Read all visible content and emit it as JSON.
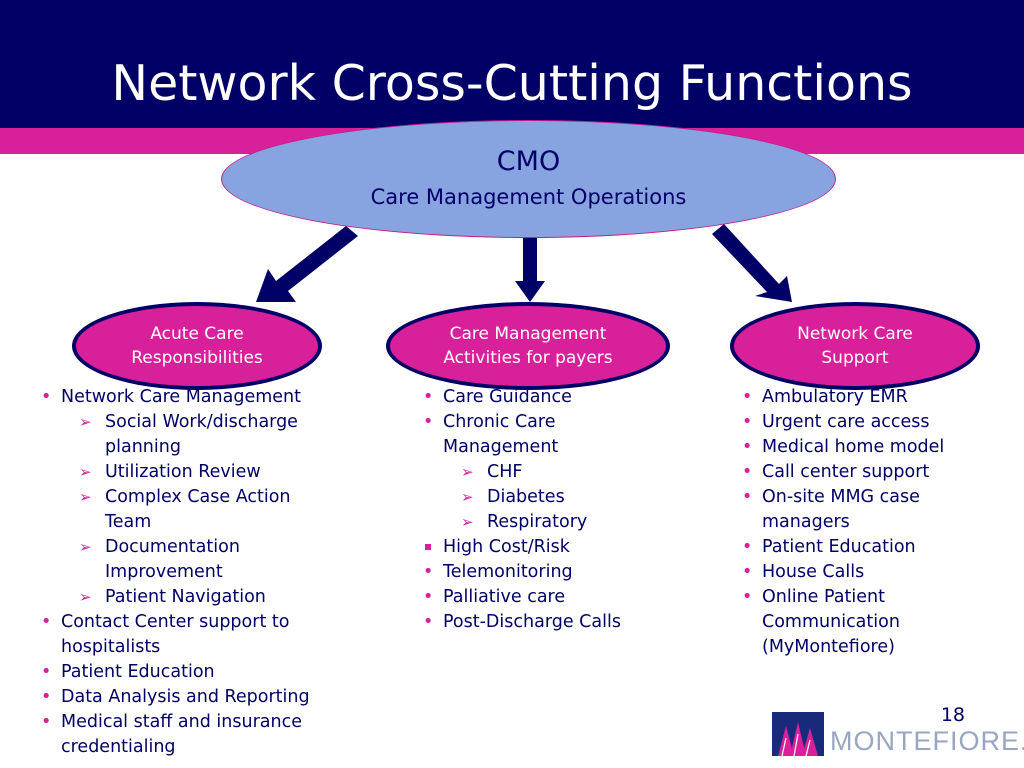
{
  "slide": {
    "title": "Network Cross-Cutting Functions",
    "page_number": "18"
  },
  "colors": {
    "header_navy": "#000066",
    "accent_magenta": "#d8209a",
    "cmo_fill": "#87a3e0",
    "text_navy": "#000066"
  },
  "cmo": {
    "title": "CMO",
    "subtitle": "Care Management Operations"
  },
  "branches": [
    {
      "label_line1": "Acute Care",
      "label_line2": "Responsibilities",
      "items": [
        {
          "level": 1,
          "bullet": "•",
          "text": "Network Care Management"
        },
        {
          "level": 2,
          "bullet": "➢",
          "text": "Social Work/discharge"
        },
        {
          "level": 2,
          "bullet": "",
          "text": "planning"
        },
        {
          "level": 2,
          "bullet": "➢",
          "text": "Utilization Review"
        },
        {
          "level": 2,
          "bullet": "➢",
          "text": "Complex Case Action"
        },
        {
          "level": 2,
          "bullet": "",
          "text": "Team"
        },
        {
          "level": 2,
          "bullet": "➢",
          "text": "Documentation"
        },
        {
          "level": 2,
          "bullet": "",
          "text": "Improvement"
        },
        {
          "level": 2,
          "bullet": "➢",
          "text": "Patient Navigation"
        },
        {
          "level": 1,
          "bullet": "•",
          "text": "Contact Center support to"
        },
        {
          "level": 1,
          "bullet": "",
          "text": "hospitalists"
        },
        {
          "level": 1,
          "bullet": "•",
          "text": "Patient Education"
        },
        {
          "level": 1,
          "bullet": "•",
          "text": "Data Analysis and Reporting"
        },
        {
          "level": 1,
          "bullet": "•",
          "text": "Medical staff and insurance"
        },
        {
          "level": 1,
          "bullet": "",
          "text": "credentialing"
        }
      ]
    },
    {
      "label_line1": "Care Management",
      "label_line2": "Activities for payers",
      "items": [
        {
          "level": 1,
          "bullet": "•",
          "text": "Care Guidance"
        },
        {
          "level": 1,
          "bullet": "•",
          "text": "Chronic Care"
        },
        {
          "level": 1,
          "bullet": "",
          "text": "Management"
        },
        {
          "level": 2,
          "bullet": "➢",
          "text": "CHF"
        },
        {
          "level": 2,
          "bullet": "➢",
          "text": "Diabetes"
        },
        {
          "level": 2,
          "bullet": "➢",
          "text": "Respiratory"
        },
        {
          "level": 1,
          "bullet": "square",
          "text": "High Cost/Risk"
        },
        {
          "level": 1,
          "bullet": "•",
          "text": "Telemonitoring"
        },
        {
          "level": 1,
          "bullet": "•",
          "text": "Palliative care"
        },
        {
          "level": 1,
          "bullet": "•",
          "text": "Post-Discharge Calls"
        }
      ]
    },
    {
      "label_line1": "Network Care",
      "label_line2": "Support",
      "items": [
        {
          "level": 1,
          "bullet": "•",
          "text": "Ambulatory EMR"
        },
        {
          "level": 1,
          "bullet": "•",
          "text": "Urgent care access"
        },
        {
          "level": 1,
          "bullet": "•",
          "text": "Medical home model"
        },
        {
          "level": 1,
          "bullet": "•",
          "text": "Call center support"
        },
        {
          "level": 1,
          "bullet": "•",
          "text": "On-site MMG case"
        },
        {
          "level": 1,
          "bullet": "",
          "text": "managers"
        },
        {
          "level": 1,
          "bullet": "•",
          "text": "Patient Education"
        },
        {
          "level": 1,
          "bullet": "•",
          "text": "House Calls"
        },
        {
          "level": 1,
          "bullet": "•",
          "text": "Online Patient"
        },
        {
          "level": 1,
          "bullet": "",
          "text": "Communication"
        },
        {
          "level": 1,
          "bullet": "",
          "text": "(MyMontefiore)"
        }
      ]
    }
  ],
  "logo": {
    "text": "MONTEFIORE.",
    "icon": "montefiore-logo-icon"
  }
}
